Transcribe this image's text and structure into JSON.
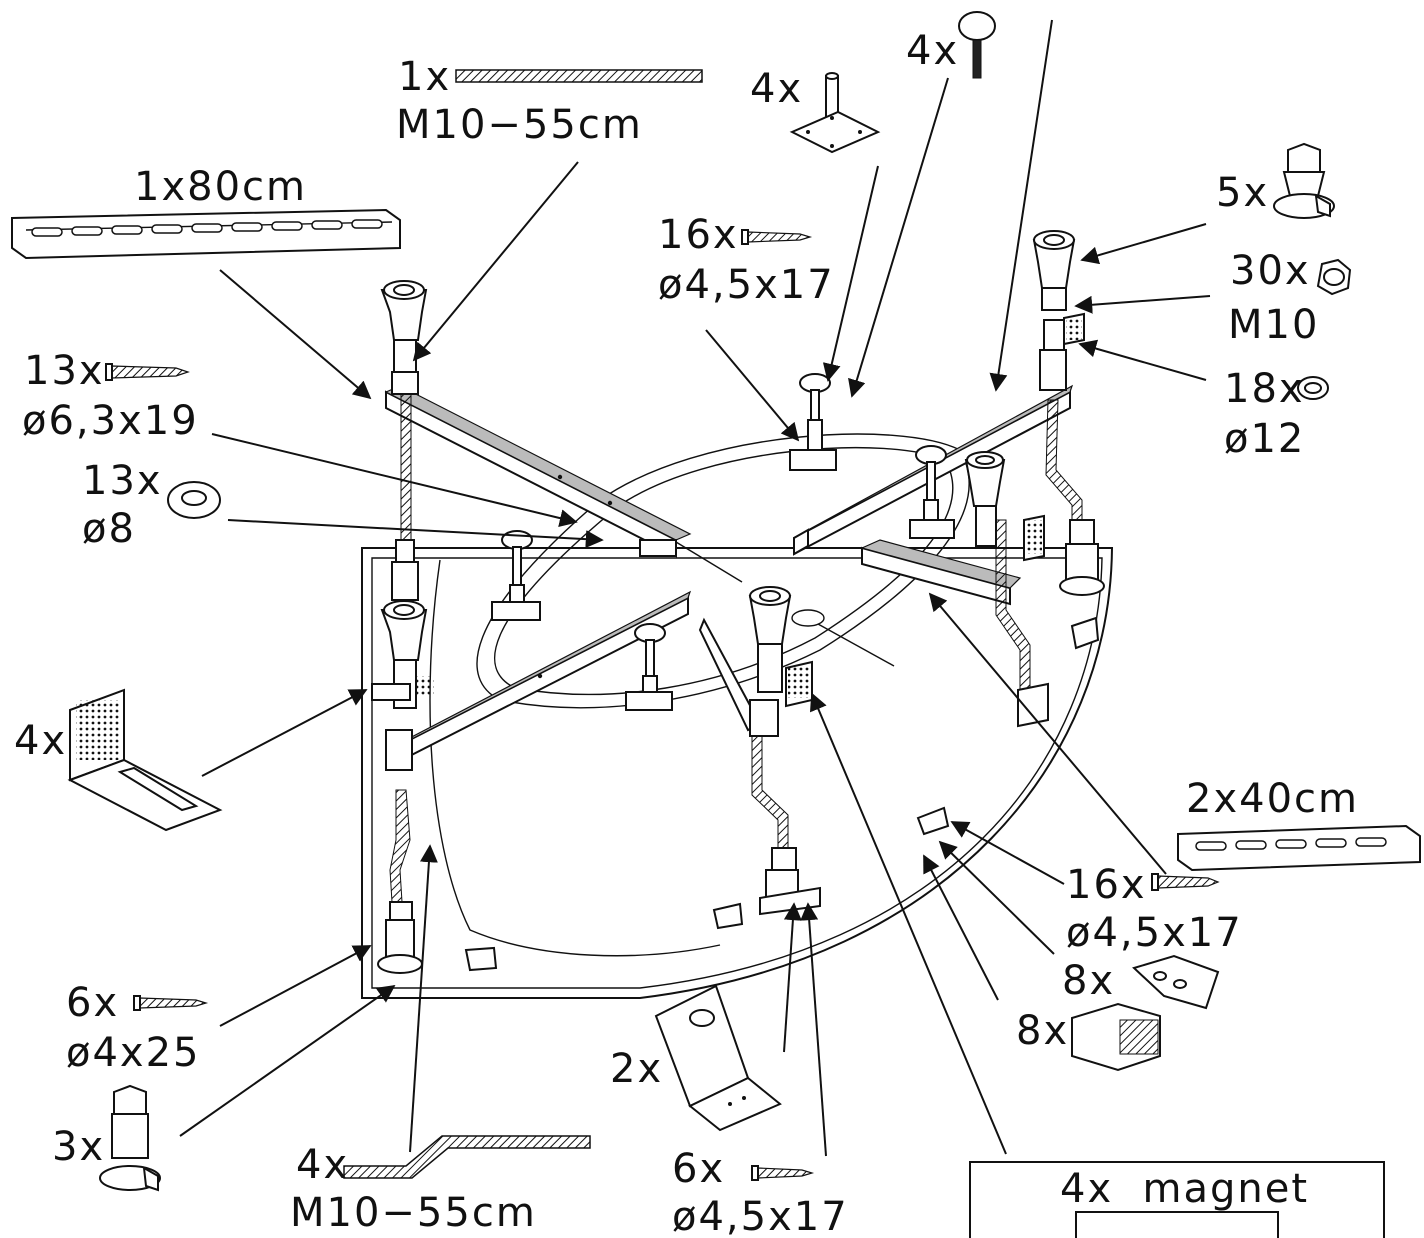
{
  "labels": {
    "rail_rod_qty": "1x",
    "rail_rod_size": "M10−55cm",
    "foot_plate_qty": "4x",
    "bolt_qty": "4x",
    "rail80_label": "1x80cm",
    "screw16a_qty": "16x",
    "screw16a_size": "ø4,5x17",
    "leg5_qty": "5x",
    "nut_qty": "30x",
    "nut_size": "M10",
    "washer12_qty": "18x",
    "washer12_size": "ø12",
    "screw13_qty": "13x",
    "screw13_size": "ø6,3x19",
    "washer8_qty": "13x",
    "washer8_size": "ø8",
    "angle_qty": "4x",
    "rail40_label": "2x40cm",
    "screw16b_qty": "16x",
    "screw16b_size": "ø4,5x17",
    "clip_qty": "8x",
    "cap_qty": "8x",
    "screw6a_qty": "6x",
    "screw6a_size": "ø4x25",
    "leg3_qty": "3x",
    "rod4_qty": "4x",
    "rod4_size": "M10−55cm",
    "bracket_qty": "2x",
    "screw6b_qty": "6x",
    "screw6b_size": "ø4,5x17",
    "magnet_label": "4x  magnet"
  }
}
